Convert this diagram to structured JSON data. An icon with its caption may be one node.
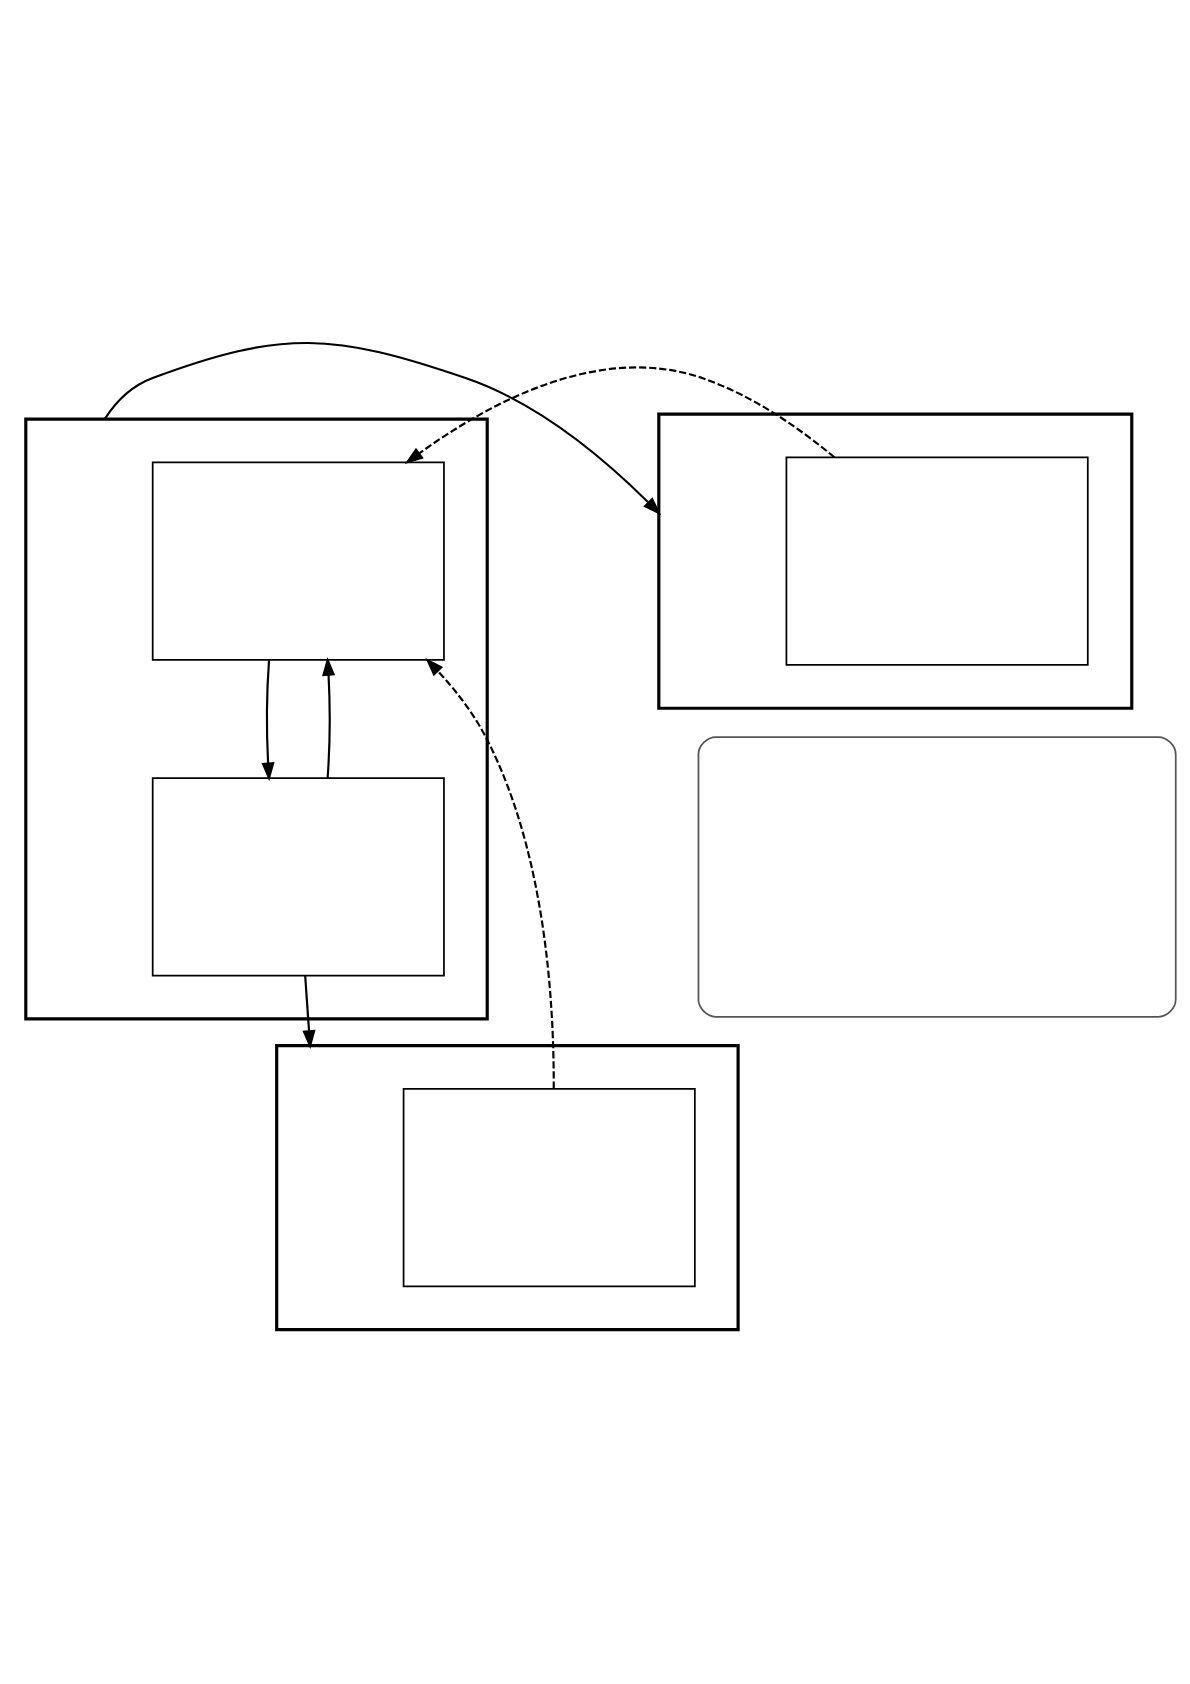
{
  "diagram": {
    "nodes": [
      {
        "text": [],
        "shape": "box"
      },
      {
        "text": [],
        "shape": "box",
        "in": 0
      },
      {
        "text": [],
        "shape": "box",
        "in": 0
      },
      {
        "text": [],
        "shape": "box"
      },
      {
        "text": [],
        "shape": "box",
        "in": 3
      },
      {
        "text": [],
        "shape": "box"
      },
      {
        "text": [],
        "shape": "box",
        "in": 5
      },
      {
        "text": [],
        "shape": "box"
      }
    ],
    "edges": [
      {
        "from": 0,
        "to": 3,
        "arrow": "to"
      },
      {
        "from": 4,
        "to": 1,
        "arrow": "to",
        "style": "dashed"
      },
      {
        "from": 1,
        "to": 2,
        "arrow": "to"
      },
      {
        "from": 2,
        "to": 5,
        "arrow": "to"
      },
      {
        "from": 2,
        "to": 1,
        "arrow": "to"
      },
      {
        "from": 6,
        "to": 1,
        "arrow": "to",
        "style": "dashed"
      }
    ]
  }
}
